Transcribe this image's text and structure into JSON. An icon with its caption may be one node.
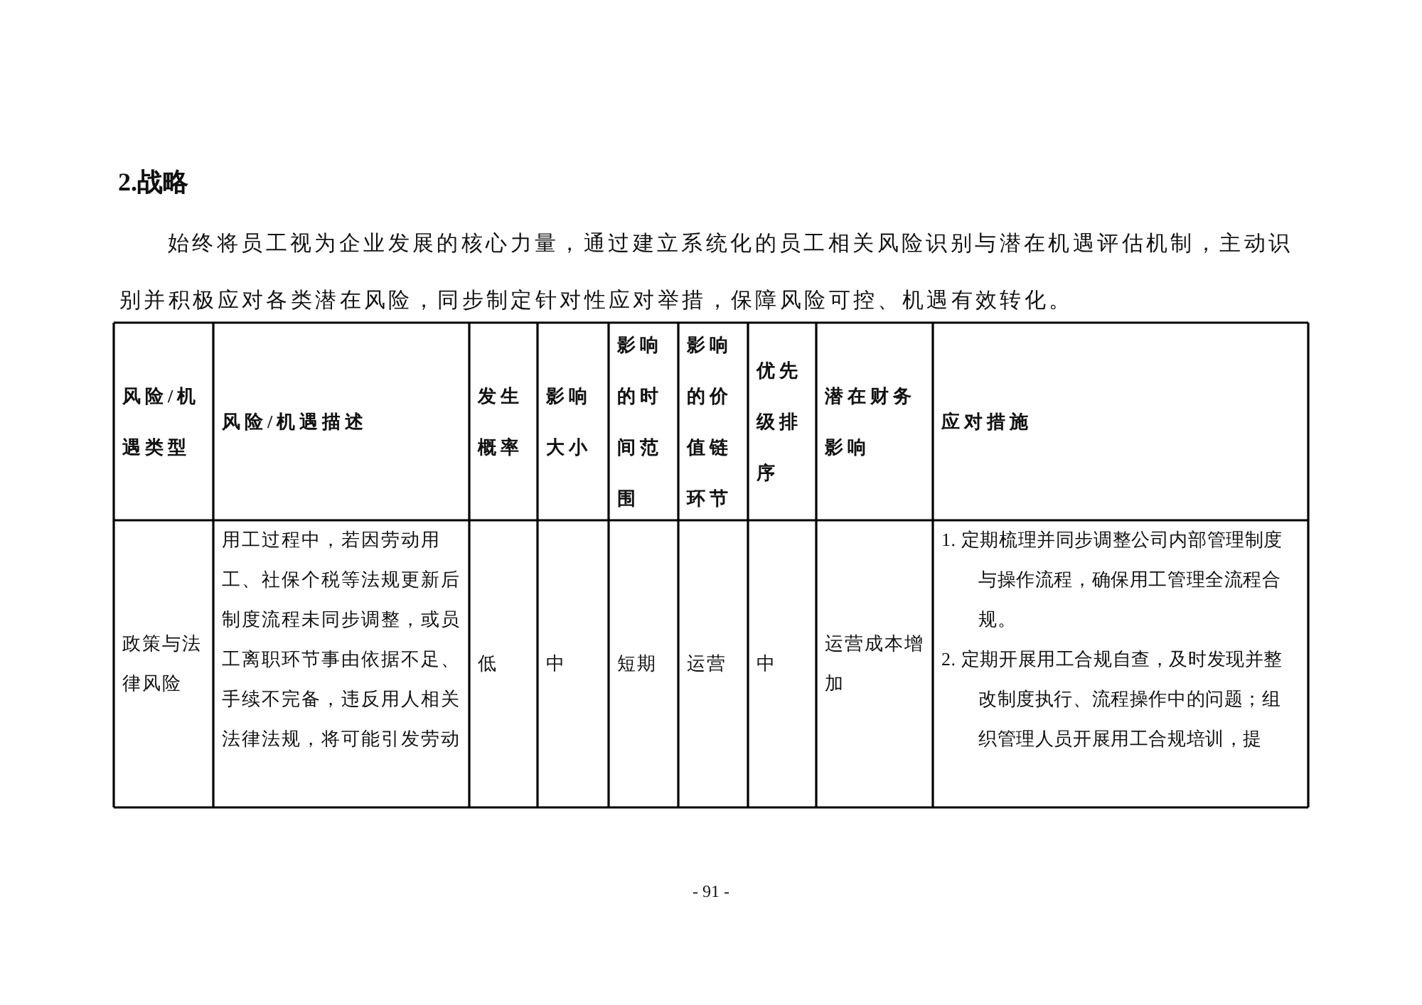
{
  "diagram": {
    "title": "2.战略",
    "labels": [
      "始终将员工视为企业发展的核心力量，通过建立系统化的员工相关风险识别与潜在机遇评估机制，主动识别并积极应对各类潜在风险，同步制定针对性应对举措，保障风险可控、机遇有效转化。",
      "风险/机遇类型",
      "风险/机遇描述",
      "发生概率",
      "影响大小",
      "影响的时间范围",
      "影响的价值链环节",
      "优先级排序",
      "潜在财务影响",
      "应对措施",
      "政策与法律风险",
      "用工过程中，若因劳动用工、社保个税等法规更新后制度流程未同步调整，或员工离职环节事由依据不足、手续不完备，违反用人相关法律法规，将可能引发劳动",
      "低",
      "中",
      "短期",
      "运营",
      "中",
      "运营成本增加",
      "1. 定期梳理并同步调整公司内部管理制度与操作流程，确保用工管理全流程合规。",
      "2. 定期开展用工合规自查，及时发现并整改制度执行、流程操作中的问题；组织管理人员开展用工合规培训，提",
      "- 91 -"
    ]
  }
}
